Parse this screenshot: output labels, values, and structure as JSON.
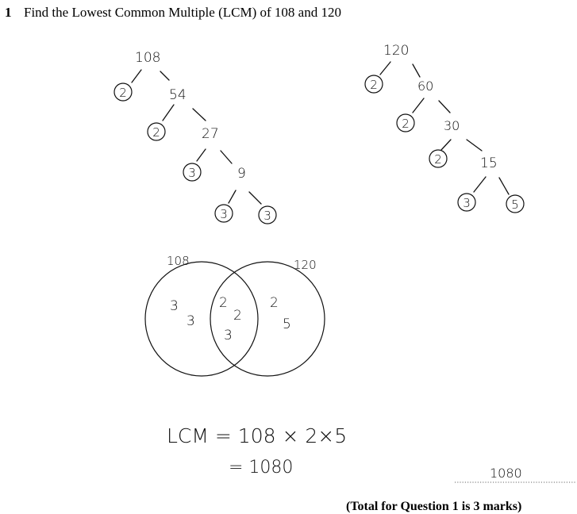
{
  "question": {
    "number": "1",
    "text": "Find the Lowest Common Multiple (LCM) of 108 and 120"
  },
  "tree_108": {
    "root": "108",
    "branches": [
      {
        "prime": "2",
        "rest": "54"
      },
      {
        "prime": "2",
        "rest": "27"
      },
      {
        "prime": "3",
        "rest": "9"
      },
      {
        "prime": "3",
        "rest": "3"
      }
    ]
  },
  "tree_120": {
    "root": "120",
    "branches": [
      {
        "prime": "2",
        "rest": "60"
      },
      {
        "prime": "2",
        "rest": "30"
      },
      {
        "prime": "2",
        "rest": "15"
      },
      {
        "prime": "3",
        "rest": "5"
      }
    ]
  },
  "venn": {
    "left_label": "108",
    "right_label": "120",
    "left_only": [
      "3",
      "3"
    ],
    "intersection": [
      "2",
      "2",
      "3"
    ],
    "right_only": [
      "2",
      "5"
    ]
  },
  "working": {
    "line1": "LCM = 108 × 2×5",
    "line2": "= 1080"
  },
  "answer": "1080",
  "total_marks": "(Total for Question 1 is 3 marks)"
}
